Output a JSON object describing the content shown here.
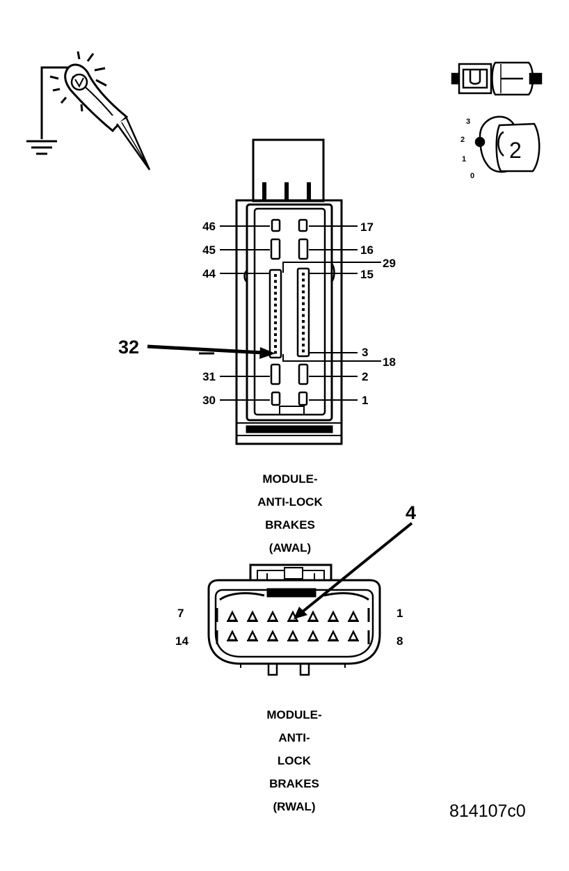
{
  "awal_connector": {
    "pins_left": [
      "46",
      "45",
      "44",
      "",
      "31",
      "30"
    ],
    "pins_right": [
      "17",
      "16",
      "15",
      "3",
      "2",
      "1"
    ],
    "pin_29": "29",
    "pin_18": "18",
    "callout_pin": "32",
    "title_lines": [
      "MODULE-",
      "ANTI-LOCK",
      "BRAKES",
      "(AWAL)"
    ]
  },
  "rwal_connector": {
    "callout_pin": "4",
    "pin_top_left": "7",
    "pin_top_right": "1",
    "pin_bottom_left": "14",
    "pin_bottom_right": "8",
    "title_lines": [
      "MODULE-",
      "ANTI-",
      "LOCK",
      "BRAKES",
      "(RWAL)"
    ]
  },
  "multimeter_dial": {
    "positions": [
      "3",
      "2",
      "1",
      "0"
    ],
    "selected": "2"
  },
  "figure_id": "814107c0"
}
